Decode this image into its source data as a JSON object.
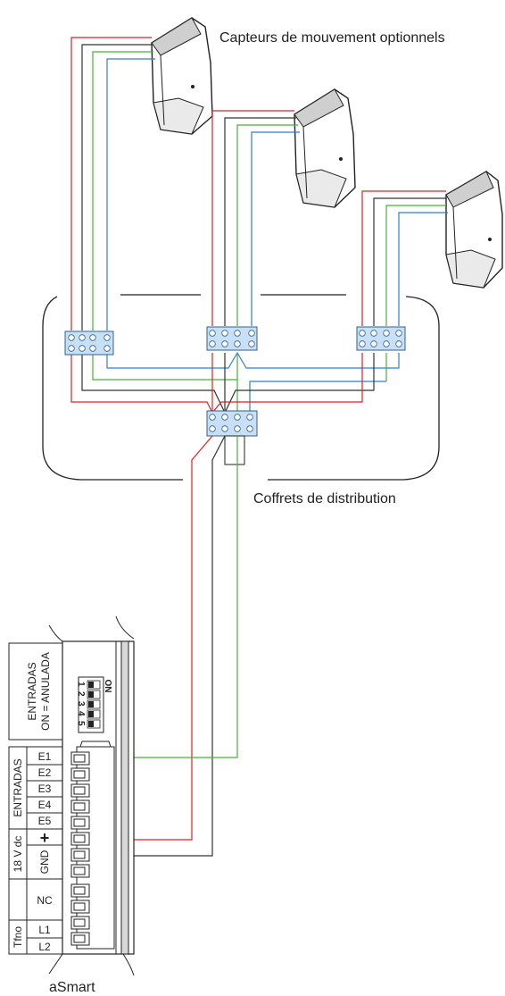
{
  "labels": {
    "sensors": "Capteurs de mouvement optionnels",
    "boxes": "Coffrets de distribution",
    "device": "aSmart"
  },
  "panel": {
    "inputs_setting_line1": "ENTRADAS",
    "inputs_setting_line2": "ON = ANULADA",
    "inputs_group": "ENTRADAS",
    "power_group": "18 V dc",
    "phone_group": "Tfno",
    "terminals": [
      "E1",
      "E2",
      "E3",
      "E4",
      "E5",
      "+",
      "GND",
      "NC",
      "L1",
      "L2"
    ],
    "dip_on": "ON",
    "dip_numbers": [
      "1",
      "2",
      "3",
      "4",
      "5"
    ]
  },
  "wire_colors": {
    "power": "#e02020",
    "ground": "#333333",
    "signal": "#49b03a",
    "aux": "#2f7fcf"
  }
}
